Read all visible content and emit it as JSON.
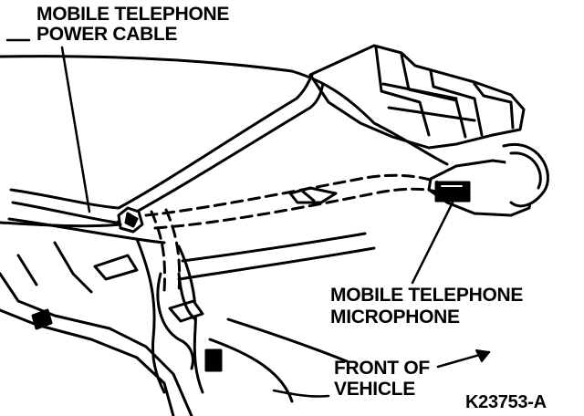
{
  "labels": {
    "power_cable_line1": "MOBILE TELEPHONE",
    "power_cable_line2": "POWER CABLE",
    "microphone_line1": "MOBILE TELEPHONE",
    "microphone_line2": "MICROPHONE",
    "front_line1": "FRONT OF",
    "front_line2": "VEHICLE",
    "figure_code": "K23753-A"
  },
  "colors": {
    "ink": "#000000",
    "paper": "#ffffff"
  }
}
